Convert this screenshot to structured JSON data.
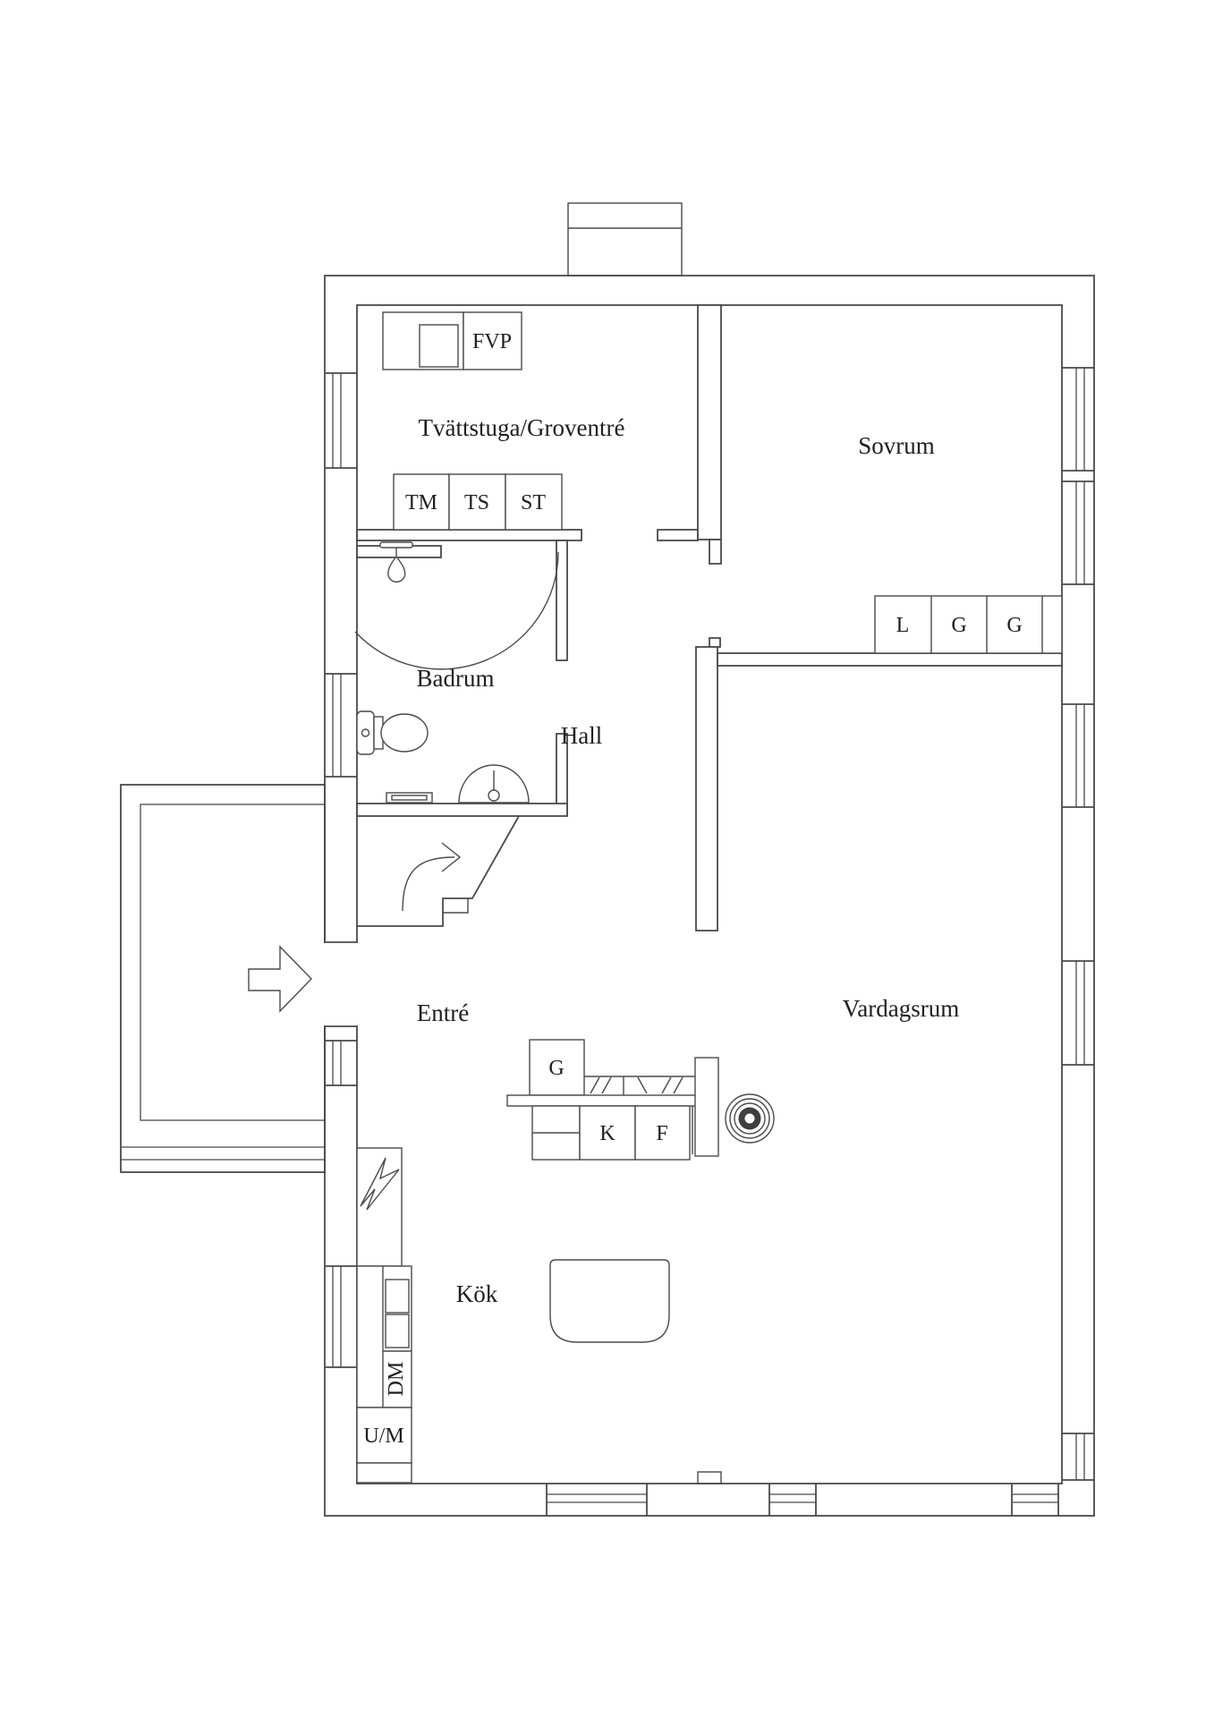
{
  "meta": {
    "type": "floor-plan",
    "language": "Swedish",
    "colors": {
      "line": "#4a4a4a",
      "text": "#1f1f1f",
      "background": "#ffffff"
    }
  },
  "rooms": {
    "tvattstuga": {
      "label": "Tvättstuga/Groventré"
    },
    "sovrum": {
      "label": "Sovrum"
    },
    "badrum": {
      "label": "Badrum"
    },
    "hall": {
      "label": "Hall"
    },
    "entre": {
      "label": "Entré"
    },
    "vardagsrum": {
      "label": "Vardagsrum"
    },
    "kok": {
      "label": "Kök"
    }
  },
  "fixtures": {
    "fvp": {
      "label": "FVP"
    },
    "tm": {
      "label": "TM"
    },
    "ts": {
      "label": "TS"
    },
    "st": {
      "label": "ST"
    },
    "closet_l": {
      "label": "L"
    },
    "closet_g1": {
      "label": "G"
    },
    "closet_g2": {
      "label": "G"
    },
    "island_g": {
      "label": "G"
    },
    "kyl_k": {
      "label": "K"
    },
    "frys_f": {
      "label": "F"
    },
    "dm": {
      "label": "DM"
    },
    "um": {
      "label": "U/M"
    }
  },
  "symbols": [
    "entrance-arrow",
    "stairs-up-arrow",
    "door-swing-arc",
    "shower",
    "toilet",
    "sink",
    "radiator",
    "lightning-electric",
    "fireplace-stove",
    "chimney",
    "window",
    "railing-hatch",
    "kitchen-table",
    "sink-basins",
    "porch-deck"
  ]
}
